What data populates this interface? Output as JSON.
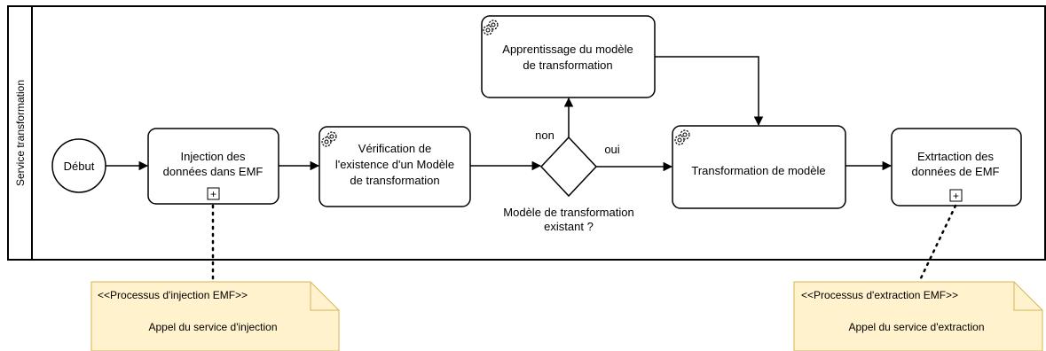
{
  "pool": {
    "lane_label": "Service transformation"
  },
  "start_event": {
    "label": "Début"
  },
  "tasks": {
    "injection": {
      "line1": "Injection des",
      "line2": "données dans EMF"
    },
    "verification": {
      "line1": "Vérification de",
      "line2": "l'existence d'un Modèle",
      "line3": "de transformation"
    },
    "apprentissage": {
      "line1": "Apprentissage du modèle",
      "line2": "de transformation"
    },
    "transformation": {
      "line1": "Transformation de modèle"
    },
    "extraction": {
      "line1": "Extrtaction des",
      "line2": "données de EMF"
    }
  },
  "gateway": {
    "label_line1": "Modèle de transformation",
    "label_line2": "existant ?",
    "branch_no": "non",
    "branch_yes": "oui"
  },
  "subprocess_marker": "+",
  "notes": {
    "injection": {
      "stereotype": "<<Processus d'injection EMF>>",
      "text": "Appel du service d'injection"
    },
    "extraction": {
      "stereotype": "<<Processus d'extraction EMF>>",
      "text": "Appel du service d'extraction"
    }
  },
  "colors": {
    "note_fill": "#FFF2CC",
    "note_stroke": "#D6B656",
    "line": "#000000"
  }
}
